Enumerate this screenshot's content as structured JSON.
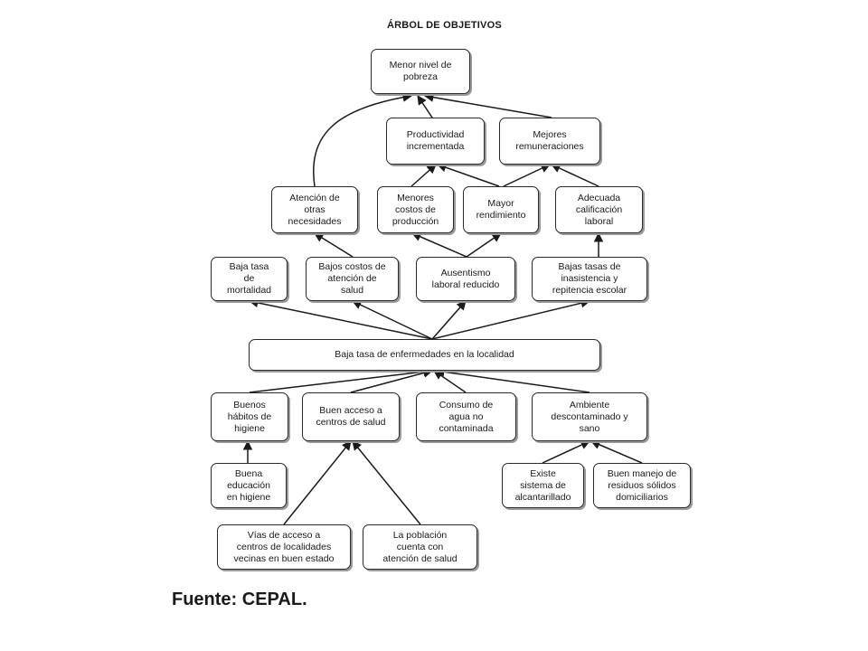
{
  "title": "ÁRBOL DE OBJETIVOS",
  "nodes": {
    "menor_pobreza": "Menor nivel de\npobreza",
    "productividad": "Productividad\nincrementada",
    "remuneraciones": "Mejores\nremuneraciones",
    "atencion_otras": "Atención de\notras\nnecesidades",
    "menores_costos": "Menores\ncostos de\nproducción",
    "mayor_rendimiento": "Mayor\nrendimiento",
    "calificacion": "Adecuada\ncalificación\nlaboral",
    "mortalidad": "Baja tasa\nde\nmortalidad",
    "costos_salud": "Bajos costos de\natención de\nsalud",
    "ausentismo": "Ausentismo\nlaboral reducido",
    "inasistencia": "Bajas tasas de\ninasistencia y\nrepitencia escolar",
    "enfermedades": "Baja tasa de enfermedades en la localidad",
    "habitos": "Buenos\nhábitos de\nhigiene",
    "acceso_salud": "Buen acceso a\ncentros de salud",
    "agua": "Consumo de\nagua no\ncontaminada",
    "ambiente": "Ambiente\ndescontaminado  y\nsano",
    "educacion": "Buena\neducación\nen higiene",
    "alcantarillado": "Existe\nsistema  de\nalcantarillado",
    "residuos": "Buen manejo de\nresiduos sólidos\ndomiciliarios",
    "vias": "Vías de acceso a\ncentros de localidades\nvecinas en buen estado",
    "poblacion": "La población\ncuenta con\natención de salud"
  },
  "source": "Fuente: CEPAL."
}
